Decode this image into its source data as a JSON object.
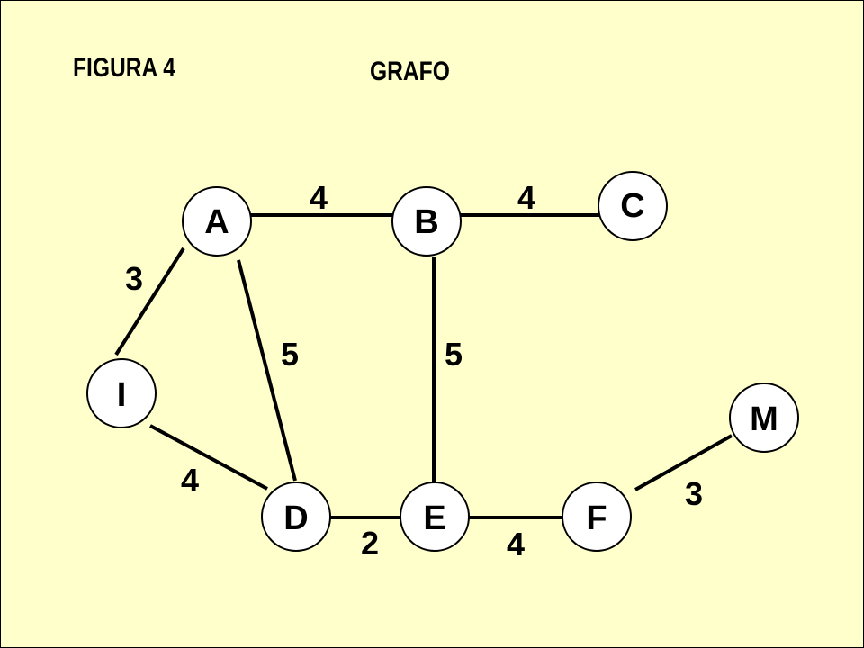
{
  "header": {
    "figure_label": "FIGURA 4",
    "graph_title": "GRAFO"
  },
  "nodes": [
    {
      "id": "A",
      "label": "A"
    },
    {
      "id": "B",
      "label": "B"
    },
    {
      "id": "C",
      "label": "C"
    },
    {
      "id": "I",
      "label": "I"
    },
    {
      "id": "M",
      "label": "M"
    },
    {
      "id": "D",
      "label": "D"
    },
    {
      "id": "E",
      "label": "E"
    },
    {
      "id": "F",
      "label": "F"
    }
  ],
  "edges": [
    {
      "from": "A",
      "to": "B",
      "weight": "4"
    },
    {
      "from": "B",
      "to": "C",
      "weight": "4"
    },
    {
      "from": "A",
      "to": "I",
      "weight": "3"
    },
    {
      "from": "A",
      "to": "D",
      "weight": "5"
    },
    {
      "from": "B",
      "to": "E",
      "weight": "5"
    },
    {
      "from": "I",
      "to": "D",
      "weight": "4"
    },
    {
      "from": "D",
      "to": "E",
      "weight": "2"
    },
    {
      "from": "E",
      "to": "F",
      "weight": "4"
    },
    {
      "from": "F",
      "to": "M",
      "weight": "3"
    }
  ]
}
